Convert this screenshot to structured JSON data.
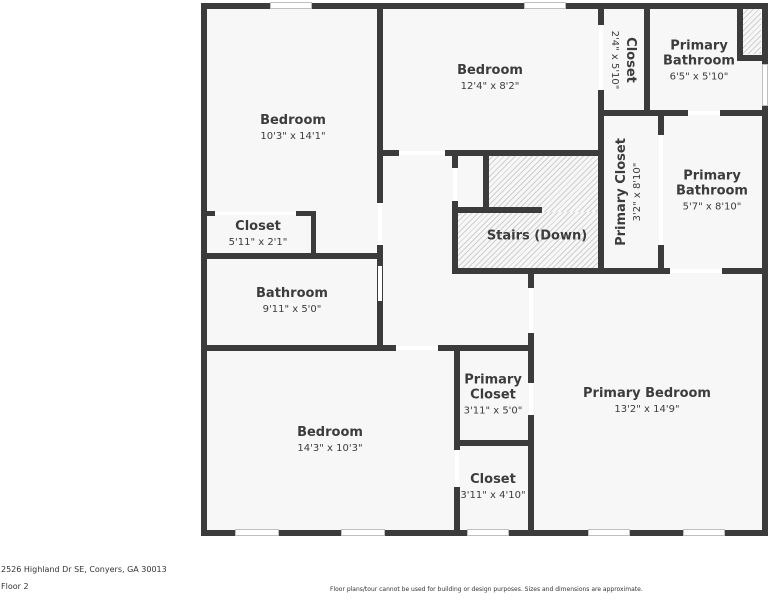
{
  "floor_plan": {
    "rooms": [
      {
        "id": "bedroom-nw",
        "name": "Bedroom",
        "dims": "10'3\" x 14'1\""
      },
      {
        "id": "closet-nw",
        "name": "Closet",
        "dims": "5'11\" x 2'1\""
      },
      {
        "id": "bedroom-n",
        "name": "Bedroom",
        "dims": "12'4\" x 8'2\""
      },
      {
        "id": "closet-n",
        "name": "Closet",
        "dims": "2'4\" x 5'10\""
      },
      {
        "id": "primary-bath-ne",
        "name": "Primary Bathroom",
        "name_lines": [
          "Primary",
          "Bathroom"
        ],
        "dims": "6'5\" x 5'10\""
      },
      {
        "id": "primary-closet-e",
        "name": "Primary Closet",
        "dims": "3'2\" x 8'10\""
      },
      {
        "id": "primary-bath-e",
        "name": "Primary Bathroom",
        "name_lines": [
          "Primary",
          "Bathroom"
        ],
        "dims": "5'7\" x 8'10\""
      },
      {
        "id": "stairs",
        "name": "Stairs (Down)",
        "dims": ""
      },
      {
        "id": "bathroom-w",
        "name": "Bathroom",
        "dims": "9'11\" x 5'0\""
      },
      {
        "id": "bedroom-sw",
        "name": "Bedroom",
        "dims": "14'3\" x 10'3\""
      },
      {
        "id": "primary-closet-s",
        "name": "Primary Closet",
        "name_lines": [
          "Primary",
          "Closet"
        ],
        "dims": "3'11\" x 5'0\""
      },
      {
        "id": "closet-s",
        "name": "Closet",
        "dims": "3'11\" x 4'10\""
      },
      {
        "id": "primary-bedroom",
        "name": "Primary Bedroom",
        "dims": "13'2\" x 14'9\""
      }
    ]
  },
  "footer": {
    "address": "2526 Highland Dr SE, Conyers, GA 30013",
    "floor": "Floor 2",
    "disclaimer": "Floor plans/tour cannot be used for building or design purposes. Sizes and dimensions are approximate."
  },
  "colors": {
    "wall": "#3b3b3b",
    "room_fill": "#f7f7f7",
    "text": "#3c3c3c"
  }
}
